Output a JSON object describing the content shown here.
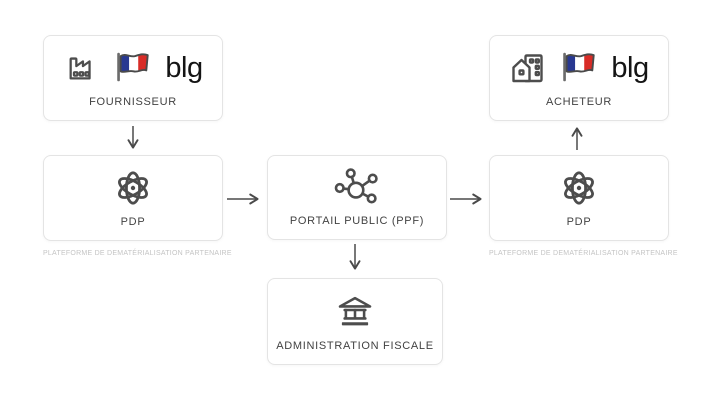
{
  "nodes": {
    "fournisseur": {
      "label": "FOURNISSEUR",
      "logo": "blg",
      "icons": [
        "factory-icon",
        "france-flag-icon",
        "blg-logo"
      ]
    },
    "acheteur": {
      "label": "ACHETEUR",
      "logo": "blg",
      "icons": [
        "home-work-icon",
        "france-flag-icon",
        "blg-logo"
      ]
    },
    "pdp_left": {
      "label": "PDP",
      "caption": "PLATEFORME DE DEMATÉRIALISATION PARTENAIRE",
      "icons": [
        "atom-icon"
      ]
    },
    "portail_public": {
      "label": "PORTAIL PUBLIC (PPF)",
      "icons": [
        "hub-icon"
      ]
    },
    "pdp_right": {
      "label": "PDP",
      "caption": "PLATEFORME DE DEMATÉRIALISATION PARTENAIRE",
      "icons": [
        "atom-icon"
      ]
    },
    "administration_fiscale": {
      "label": "ADMINISTRATION FISCALE",
      "icons": [
        "bank-icon"
      ]
    }
  },
  "flows": [
    {
      "from": "fournisseur",
      "to": "pdp_left",
      "direction": "down"
    },
    {
      "from": "pdp_left",
      "to": "portail_public",
      "direction": "right"
    },
    {
      "from": "portail_public",
      "to": "pdp_right",
      "direction": "right"
    },
    {
      "from": "pdp_right",
      "to": "acheteur",
      "direction": "up"
    },
    {
      "from": "portail_public",
      "to": "administration_fiscale",
      "direction": "down"
    }
  ],
  "colors": {
    "background": "#ffffff",
    "box_border": "#e4e4e4",
    "box_fill": "#ffffff",
    "label_text": "#424242",
    "caption_text": "#c4c4c4",
    "icon_stroke": "#4d4d4d",
    "arrow": "#4a4a4a",
    "flag_blue": "#283891",
    "flag_white": "#ffffff",
    "flag_red": "#d82c27",
    "logo_text": "#141414"
  }
}
